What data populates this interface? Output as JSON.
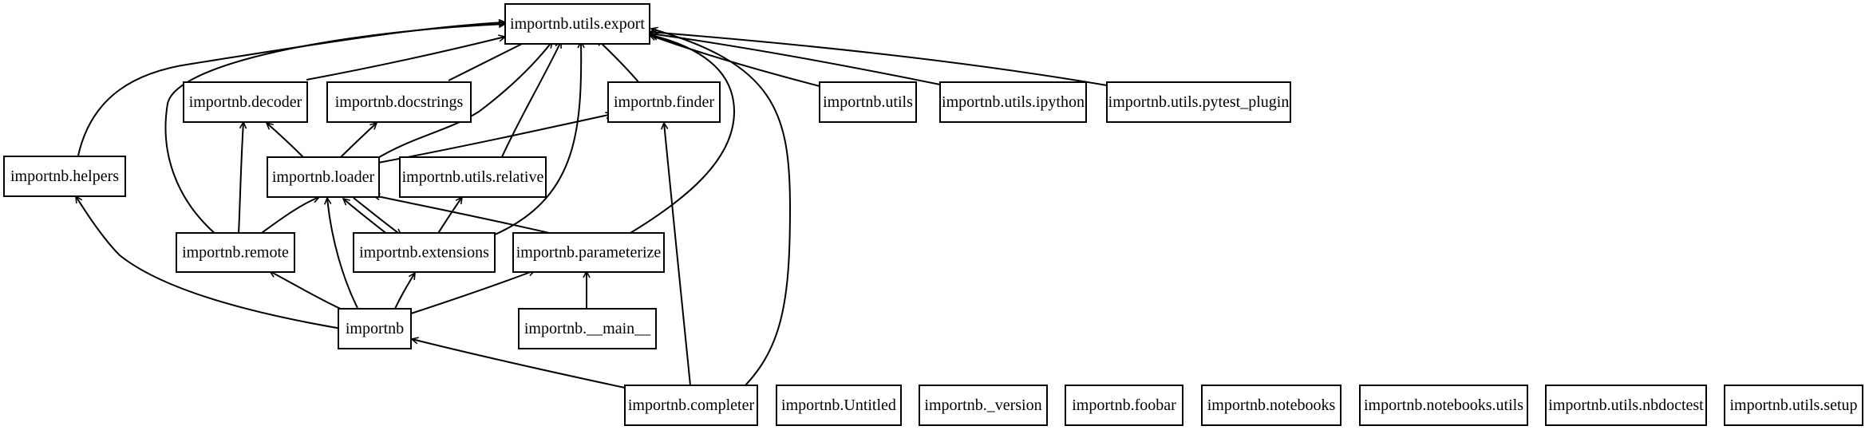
{
  "diagram": {
    "nodes": {
      "export": "importnb.utils.export",
      "decoder": "importnb.decoder",
      "docstrings": "importnb.docstrings",
      "finder": "importnb.finder",
      "utils": "importnb.utils",
      "ipython": "importnb.utils.ipython",
      "pytest_plugin": "importnb.utils.pytest_plugin",
      "helpers": "importnb.helpers",
      "loader": "importnb.loader",
      "relative": "importnb.utils.relative",
      "remote": "importnb.remote",
      "extensions": "importnb.extensions",
      "parameterize": "importnb.parameterize",
      "importnb": "importnb",
      "main": "importnb.__main__",
      "completer": "importnb.completer",
      "untitled": "importnb.Untitled",
      "version": "importnb._version",
      "foobar": "importnb.foobar",
      "notebooks": "importnb.notebooks",
      "notebooks_utils": "importnb.notebooks.utils",
      "nbdoctest": "importnb.utils.nbdoctest",
      "setup": "importnb.utils.setup"
    },
    "edges": [
      [
        "decoder",
        "export"
      ],
      [
        "docstrings",
        "export"
      ],
      [
        "finder",
        "export"
      ],
      [
        "utils",
        "export"
      ],
      [
        "ipython",
        "export"
      ],
      [
        "pytest_plugin",
        "export"
      ],
      [
        "helpers",
        "export"
      ],
      [
        "loader",
        "export"
      ],
      [
        "relative",
        "export"
      ],
      [
        "remote",
        "export"
      ],
      [
        "extensions",
        "export"
      ],
      [
        "parameterize",
        "export"
      ],
      [
        "completer",
        "export"
      ],
      [
        "loader",
        "decoder"
      ],
      [
        "loader",
        "docstrings"
      ],
      [
        "loader",
        "finder"
      ],
      [
        "remote",
        "decoder"
      ],
      [
        "remote",
        "loader"
      ],
      [
        "extensions",
        "loader"
      ],
      [
        "extensions",
        "relative"
      ],
      [
        "parameterize",
        "loader"
      ],
      [
        "loader",
        "extensions"
      ],
      [
        "importnb",
        "helpers"
      ],
      [
        "importnb",
        "remote"
      ],
      [
        "importnb",
        "loader"
      ],
      [
        "importnb",
        "extensions"
      ],
      [
        "importnb",
        "parameterize"
      ],
      [
        "main",
        "parameterize"
      ],
      [
        "completer",
        "importnb"
      ],
      [
        "completer",
        "finder"
      ]
    ]
  },
  "colors": {
    "stroke": "#000000",
    "background": "#ffffff"
  }
}
